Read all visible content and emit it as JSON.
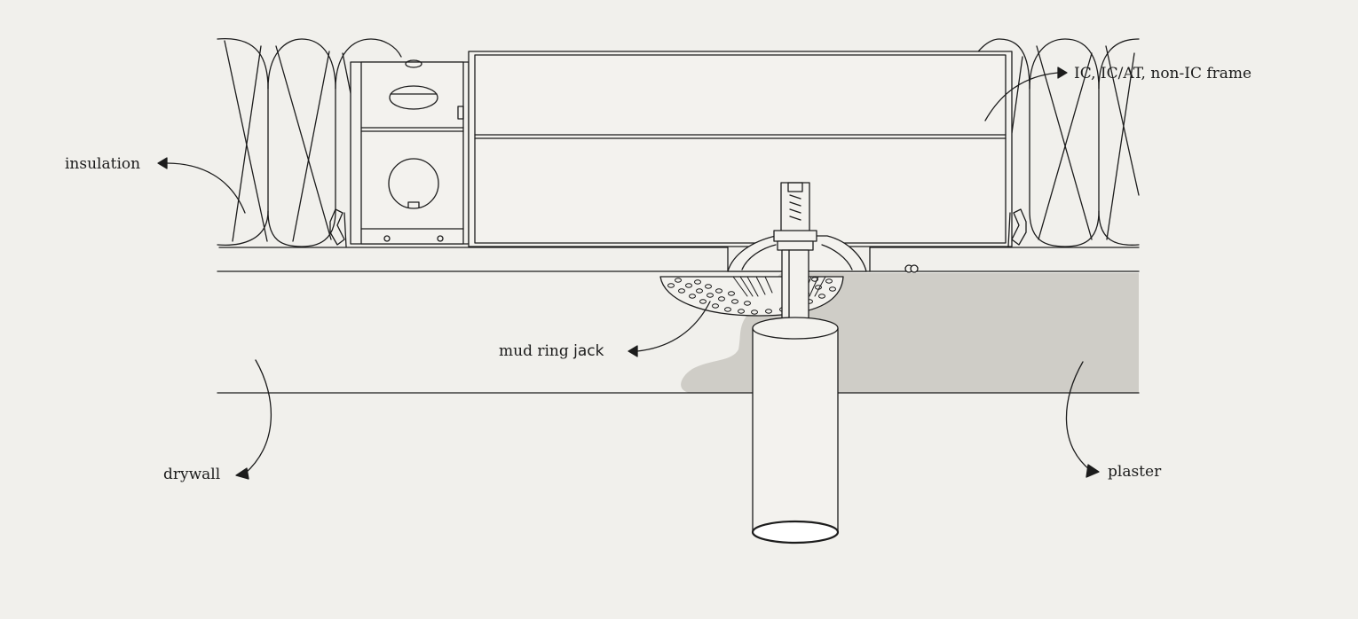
{
  "labels": {
    "frame": "IC, IC/AT, non-IC frame",
    "insulation": "insulation",
    "mud_ring_prefix": "mud ring ",
    "mud_ring_suffix": "jack",
    "drywall": "drywall",
    "plaster": "plaster"
  },
  "colors": {
    "background": "#f1f0ec",
    "line": "#1c1c1c",
    "plaster_fill": "#cfcdc7",
    "component_fill": "#f3f2ee"
  }
}
